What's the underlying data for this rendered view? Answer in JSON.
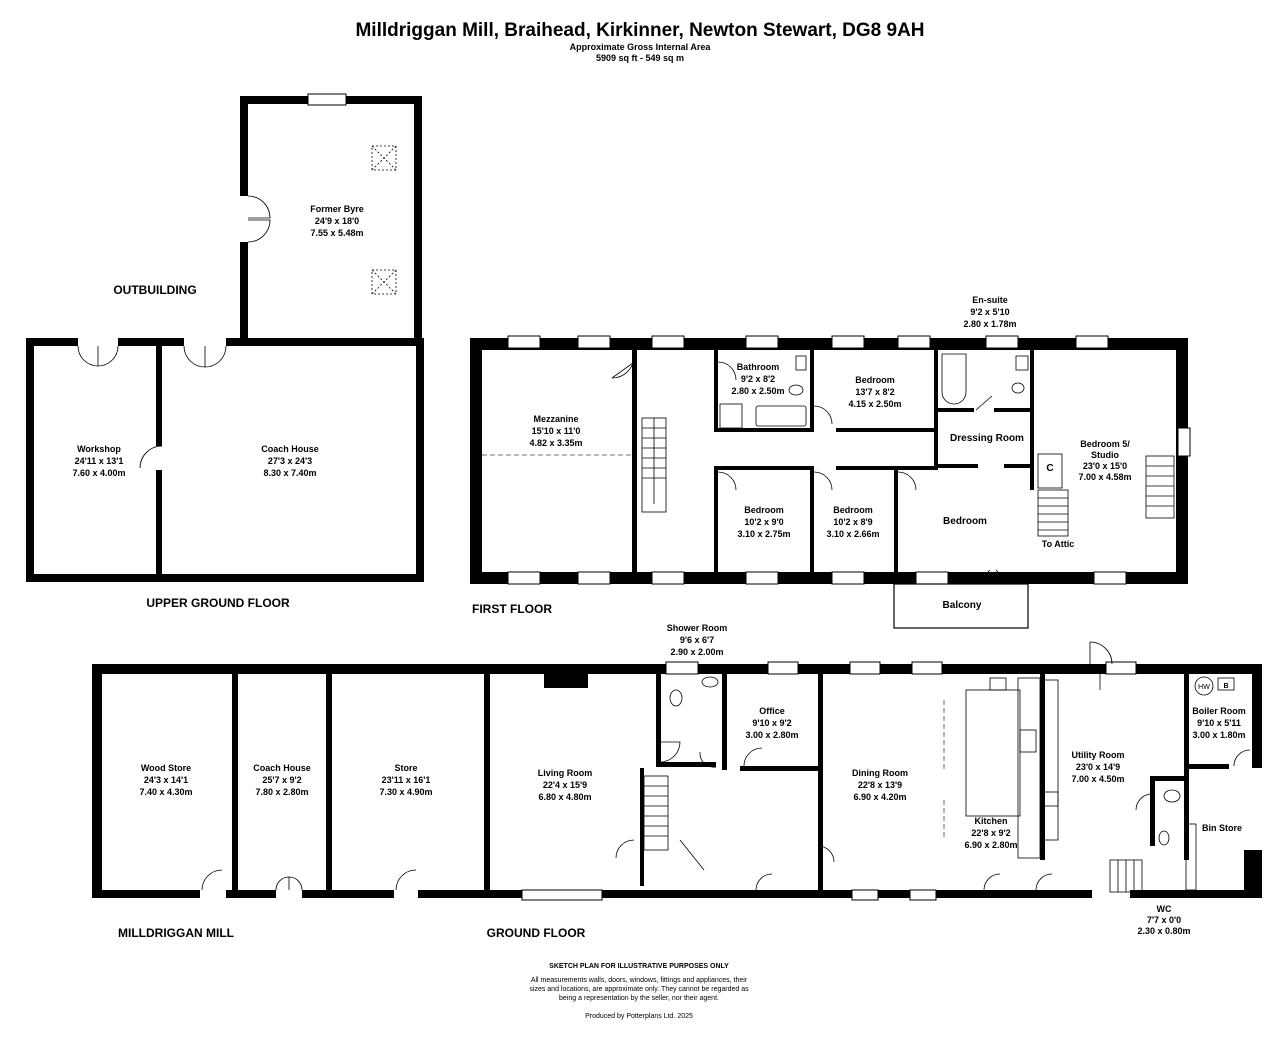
{
  "header": {
    "title": "Milldriggan Mill, Braihead, Kirkinner, Newton Stewart, DG8 9AH",
    "subtitle": "Approximate Gross Internal Area",
    "area": "5909 sq ft - 549 sq m"
  },
  "floors": {
    "outbuilding": "OUTBUILDING",
    "upper_ground": "UPPER GROUND FLOOR",
    "first": "FIRST FLOOR",
    "ground": "GROUND FLOOR",
    "mill": "MILLDRIGGAN MILL"
  },
  "rooms": {
    "former_byre": {
      "name": "Former Byre",
      "imperial": "24'9 x 18'0",
      "metric": "7.55 x 5.48m"
    },
    "workshop": {
      "name": "Workshop",
      "imperial": "24'11 x 13'1",
      "metric": "7.60 x 4.00m"
    },
    "coach_house_ug": {
      "name": "Coach House",
      "imperial": "27'3 x 24'3",
      "metric": "8.30 x 7.40m"
    },
    "mezzanine": {
      "name": "Mezzanine",
      "imperial": "15'10 x 11'0",
      "metric": "4.82 x 3.35m"
    },
    "bathroom": {
      "name": "Bathroom",
      "imperial": "9'2 x 8'2",
      "metric": "2.80 x 2.50m"
    },
    "bedroom_a": {
      "name": "Bedroom",
      "imperial": "13'7 x 8'2",
      "metric": "4.15 x 2.50m"
    },
    "ensuite": {
      "name": "En-suite",
      "imperial": "9'2 x 5'10",
      "metric": "2.80 x 1.78m"
    },
    "dressing": {
      "name": "Dressing Room"
    },
    "bedroom5": {
      "name": "Bedroom 5/",
      "name2": "Studio",
      "imperial": "23'0 x 15'0",
      "metric": "7.00 x 4.58m"
    },
    "bedroom_b": {
      "name": "Bedroom",
      "imperial": "10'2 x 9'0",
      "metric": "3.10 x 2.75m"
    },
    "bedroom_c": {
      "name": "Bedroom",
      "imperial": "10'2 x 8'9",
      "metric": "3.10 x 2.66m"
    },
    "bedroom_d": {
      "name": "Bedroom"
    },
    "cupboard": {
      "name": "C"
    },
    "attic": {
      "name": "To Attic"
    },
    "balcony": {
      "name": "Balcony"
    },
    "shower": {
      "name": "Shower Room",
      "imperial": "9'6 x 6'7",
      "metric": "2.90 x 2.00m"
    },
    "wood_store": {
      "name": "Wood Store",
      "imperial": "24'3 x 14'1",
      "metric": "7.40 x 4.30m"
    },
    "coach_house_g": {
      "name": "Coach House",
      "imperial": "25'7 x 9'2",
      "metric": "7.80 x 2.80m"
    },
    "store": {
      "name": "Store",
      "imperial": "23'11 x 16'1",
      "metric": "7.30 x 4.90m"
    },
    "living": {
      "name": "Living Room",
      "imperial": "22'4 x 15'9",
      "metric": "6.80 x 4.80m"
    },
    "office": {
      "name": "Office",
      "imperial": "9'10 x 9'2",
      "metric": "3.00 x 2.80m"
    },
    "dining": {
      "name": "Dining Room",
      "imperial": "22'8 x 13'9",
      "metric": "6.90 x 4.20m"
    },
    "kitchen": {
      "name": "Kitchen",
      "imperial": "22'8 x 9'2",
      "metric": "6.90 x 2.80m"
    },
    "utility": {
      "name": "Utility Room",
      "imperial": "23'0 x 14'9",
      "metric": "7.00 x 4.50m"
    },
    "boiler": {
      "name": "Boiler Room",
      "imperial": "9'10 x 5'11",
      "metric": "3.00 x 1.80m"
    },
    "hw": {
      "name": "HW"
    },
    "b": {
      "name": "B"
    },
    "bin_store": {
      "name": "Bin Store"
    },
    "wc": {
      "name": "WC",
      "imperial": "7'7 x 0'0",
      "metric": "2.30 x 0.80m"
    }
  },
  "footer": {
    "sketch": "SKETCH PLAN FOR ILLUSTRATIVE PURPOSES ONLY",
    "disclaimer": [
      "All measurements walls, doors, windows, fittings and appliances, their",
      "sizes and locations, are approximate only. They cannot be regarded as",
      "being a representation by the seller, nor their agent."
    ],
    "producer": "Produced by Potterplans Ltd. 2025"
  }
}
